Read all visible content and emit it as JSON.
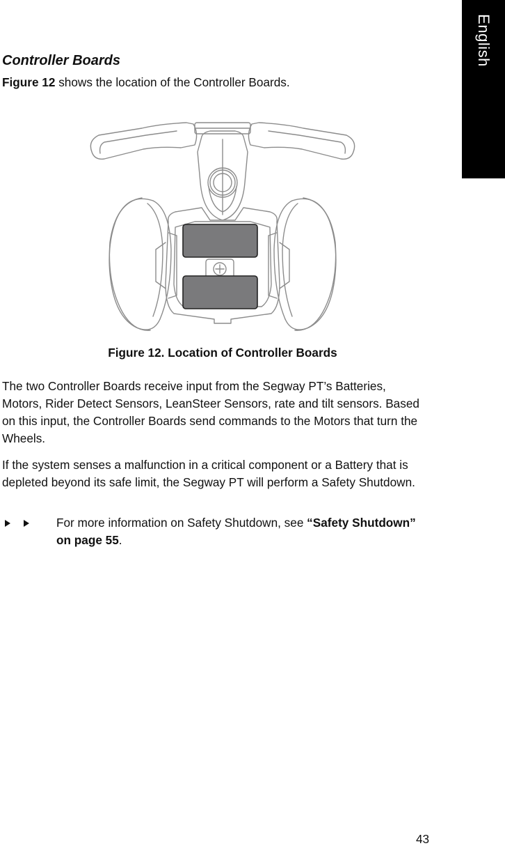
{
  "side_tab": {
    "label": "English",
    "color": "#000000"
  },
  "section": {
    "title": "Controller Boards"
  },
  "intro": {
    "figure_ref": "Figure 12",
    "text": " shows the location of the Controller Boards."
  },
  "figure": {
    "caption": "Figure 12. Location of Controller Boards",
    "board_color": "#7a7a7c",
    "line_color": "#8c8c8c",
    "icon": "segway-pt-controller-boards-illustration"
  },
  "paragraphs": [
    "The two Controller Boards receive input from the Segway PT’s Batteries, Motors, Rider Detect Sensors, LeanSteer Sensors, rate and tilt sensors. Based on this input, the Controller Boards send commands to the Motors that turn the Wheels.",
    "If the system senses a malfunction in a critical component or a Battery that is depleted beyond its safe limit, the Segway PT will perform a Safety Shutdown."
  ],
  "note": {
    "icon": "double-arrow-bullet-icon",
    "text_before": "For more information on Safety Shutdown, see ",
    "link_text": "“Safety Shutdown” on page 55",
    "text_after": "."
  },
  "footer": {
    "page_number": "43"
  }
}
